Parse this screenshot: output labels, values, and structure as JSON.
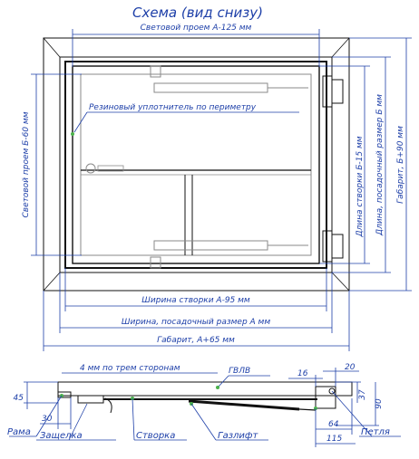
{
  "title": "Схема (вид снизу)",
  "labels": {
    "light_width": "Световой проем А-125 мм",
    "light_height": "Световой проем Б-60 мм",
    "seal": "Резиновый уплотнитель по периметру",
    "sash_width": "Ширина створки А-95 мм",
    "mount_width": "Ширина, посадочный размер А мм",
    "overall_width": "Габарит, А+65 мм",
    "sash_length": "Длина створки Б-15 мм",
    "mount_height": "Длина, посадочный размер Б мм",
    "overall_height": "Габарит, Б+90 мм",
    "gap_note": "4 мм по трем сторонам",
    "gvlv": "ГВЛВ"
  },
  "section": {
    "d45": "45",
    "d30": "30",
    "d16": "16",
    "d20": "20",
    "d37": "37",
    "d90": "90",
    "d64": "64",
    "d115": "115",
    "frame": "Рама",
    "latch": "Защелка",
    "sash": "Створка",
    "gaslift": "Газлифт",
    "hinge": "Петля"
  },
  "colors": {
    "dimension": "#1d3fa8",
    "marker": "#4cb34c"
  }
}
